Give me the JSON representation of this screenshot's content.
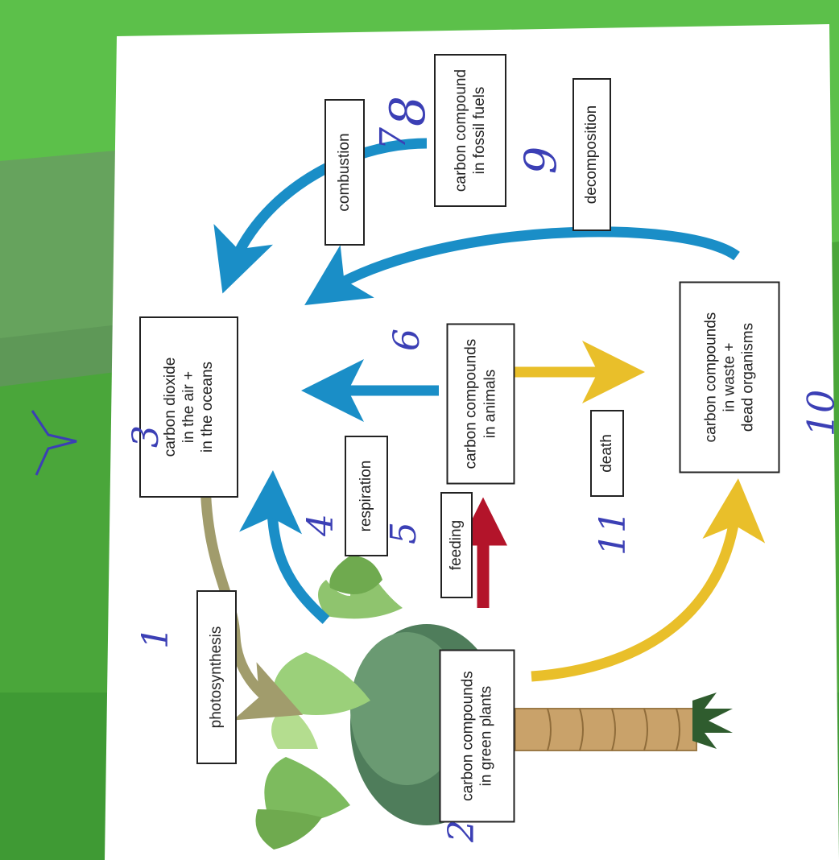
{
  "colors": {
    "respiration_arrow": "#1a8ec7",
    "feeding_arrow": "#b3142a",
    "death_arrow": "#e9bf2a",
    "photosynthesis_arrow": "#a19c6c",
    "page_background": "#ffffff",
    "backdrop": "#4aa63a",
    "handwriting": "#3b3fb5"
  },
  "nodes": {
    "co2": [
      "carbon dioxide",
      "in the air +",
      "in the oceans"
    ],
    "plants": [
      "carbon compounds",
      "in green plants"
    ],
    "animals": [
      "carbon compounds",
      "in animals"
    ],
    "waste": [
      "carbon compounds",
      "in waste +",
      "dead organisms"
    ],
    "fossil": [
      "carbon compound",
      "in fossil fuels"
    ]
  },
  "processes": {
    "photosynthesis": "photosynthesis",
    "respiration": "respiration",
    "feeding": "feeding",
    "death": "death",
    "combustion": "combustion",
    "decomposition": "decomposition"
  },
  "handwritten_numbers": {
    "n1": "1",
    "n2": "2",
    "n3": "3",
    "n4": "4",
    "n5": "5",
    "n6": "6",
    "n7": "7",
    "n8": "8",
    "n9": "9",
    "n10": "10",
    "n11": "11"
  }
}
